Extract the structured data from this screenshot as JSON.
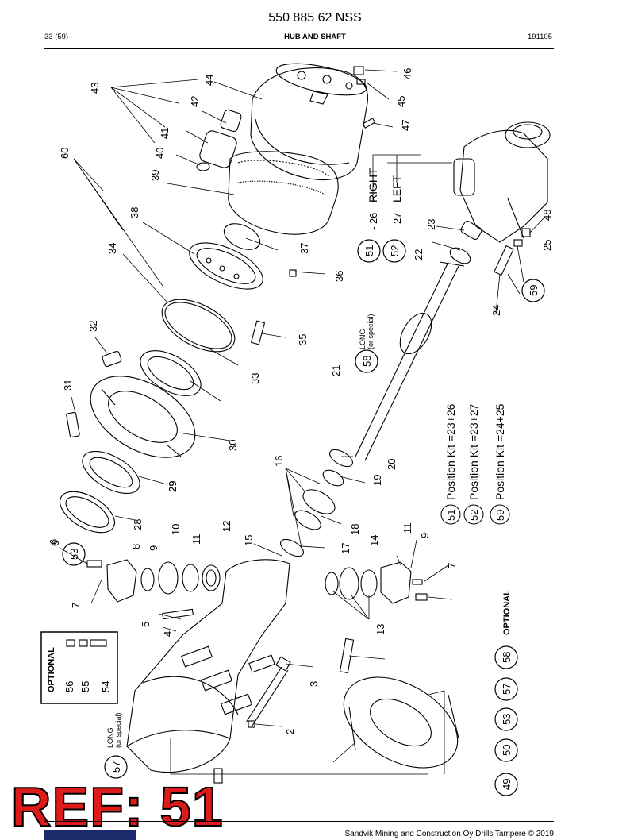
{
  "header": {
    "doc_title": "550 885 62 NSS",
    "page_number": "33 (59)",
    "section_title": "HUB AND SHAFT",
    "date": "191105"
  },
  "callouts": [
    "2",
    "3",
    "4",
    "5",
    "6",
    "7",
    "8",
    "9",
    "10",
    "11",
    "12",
    "13",
    "14",
    "15",
    "16",
    "17",
    "18",
    "19",
    "20",
    "21",
    "22",
    "23",
    "24",
    "25",
    "28",
    "29",
    "30",
    "31",
    "32",
    "33",
    "34",
    "35",
    "36",
    "37",
    "38",
    "39",
    "40",
    "41",
    "42",
    "43",
    "44",
    "45",
    "46",
    "47",
    "48",
    "6",
    "7",
    "9",
    "11",
    "29",
    "60"
  ],
  "circled": [
    "49",
    "50",
    "51",
    "52",
    "53",
    "57",
    "58",
    "59"
  ],
  "side_labels": {
    "right": "RIGHT",
    "left": "LEFT",
    "right_ref": "- 26",
    "left_ref": "- 27",
    "long": "LONG",
    "long_sub": "(or special)"
  },
  "kits": [
    {
      "num": "51",
      "text": "Position Kit =23+26"
    },
    {
      "num": "52",
      "text": "Position Kit =23+27"
    },
    {
      "num": "59",
      "text": "Position Kit =24+25"
    }
  ],
  "optional_box": {
    "title": "OPTIONAL",
    "items": [
      "56",
      "55",
      "54"
    ]
  },
  "optional_list": {
    "title": "OPTIONAL",
    "items": [
      "58",
      "57",
      "53",
      "50",
      "49"
    ]
  },
  "footer": {
    "text": "Sandvik Mining and Construction Oy Drills Tampere © 2019"
  },
  "overlay": {
    "ref_label": "REF: 51"
  },
  "colors": {
    "ref_fill": "#dd1b1b",
    "logo": "#1c2a6b"
  }
}
